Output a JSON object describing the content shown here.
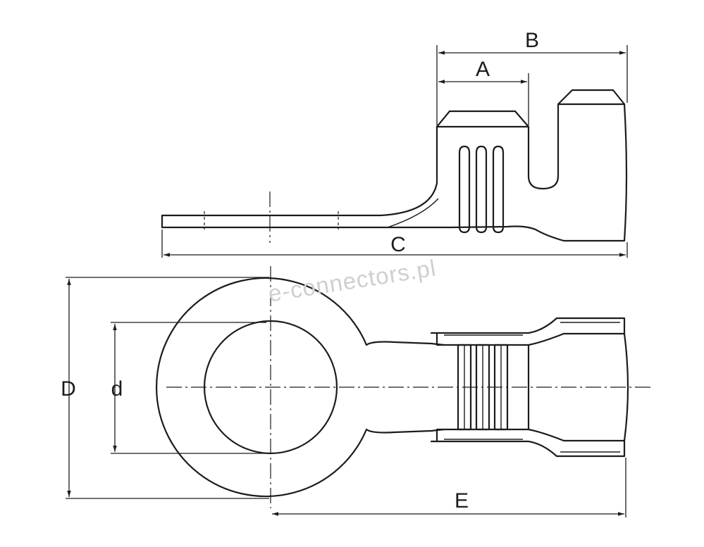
{
  "dimensions": {
    "A": "A",
    "B": "B",
    "C": "C",
    "D": "D",
    "d": "d",
    "E": "E"
  },
  "watermark": "e-connectors.pl",
  "colors": {
    "line": "#1c1c1c",
    "background": "#ffffff",
    "watermark": "#cfcfcf"
  }
}
